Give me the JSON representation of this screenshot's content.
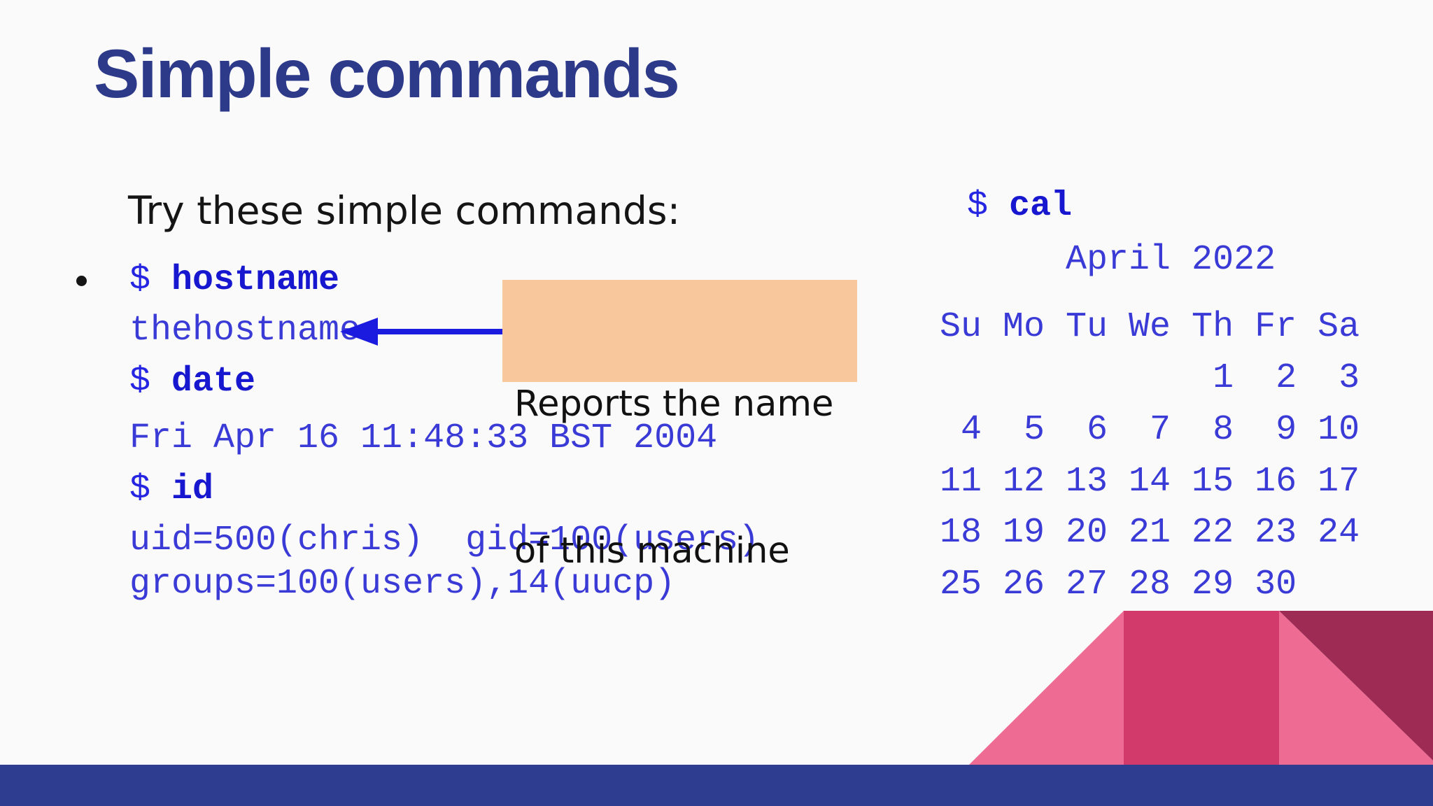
{
  "title": "Simple commands",
  "intro": "Try these simple commands:",
  "terminal": {
    "prompt_symbol": "$",
    "left_column": {
      "command1": "hostname",
      "output1": "thehostname",
      "command2": "date",
      "output2": "Fri Apr 16 11:48:33 BST 2004",
      "command3": "id",
      "output3a": "uid=500(chris)  gid=100(users)",
      "output3b": "groups=100(users),14(uucp)"
    },
    "right_column": {
      "command": "cal",
      "calendar": {
        "month_header": "      April 2022",
        "weekday_header": "Su Mo Tu We Th Fr Sa",
        "week1": "             1  2  3",
        "week2": " 4  5  6  7  8  9 10",
        "week3": "11 12 13 14 15 16 17",
        "week4": "18 19 20 21 22 23 24",
        "week5": "25 26 27 28 29 30"
      }
    }
  },
  "callout": {
    "text_line1": "Reports the name",
    "text_line2": "of this machine"
  },
  "colors": {
    "title_navy": "#2d3a8a",
    "prompt_blue": "#2525e2",
    "command_blue": "#1717cf",
    "output_blue": "#3a3ad6",
    "arrow_blue": "#1b1be0",
    "callout_bg": "#f8c89c",
    "bar_navy": "#2e3d90",
    "pink_light": "#ee6b94",
    "pink_dark": "#d23a6c",
    "pink_maroon": "#9d2b53"
  }
}
